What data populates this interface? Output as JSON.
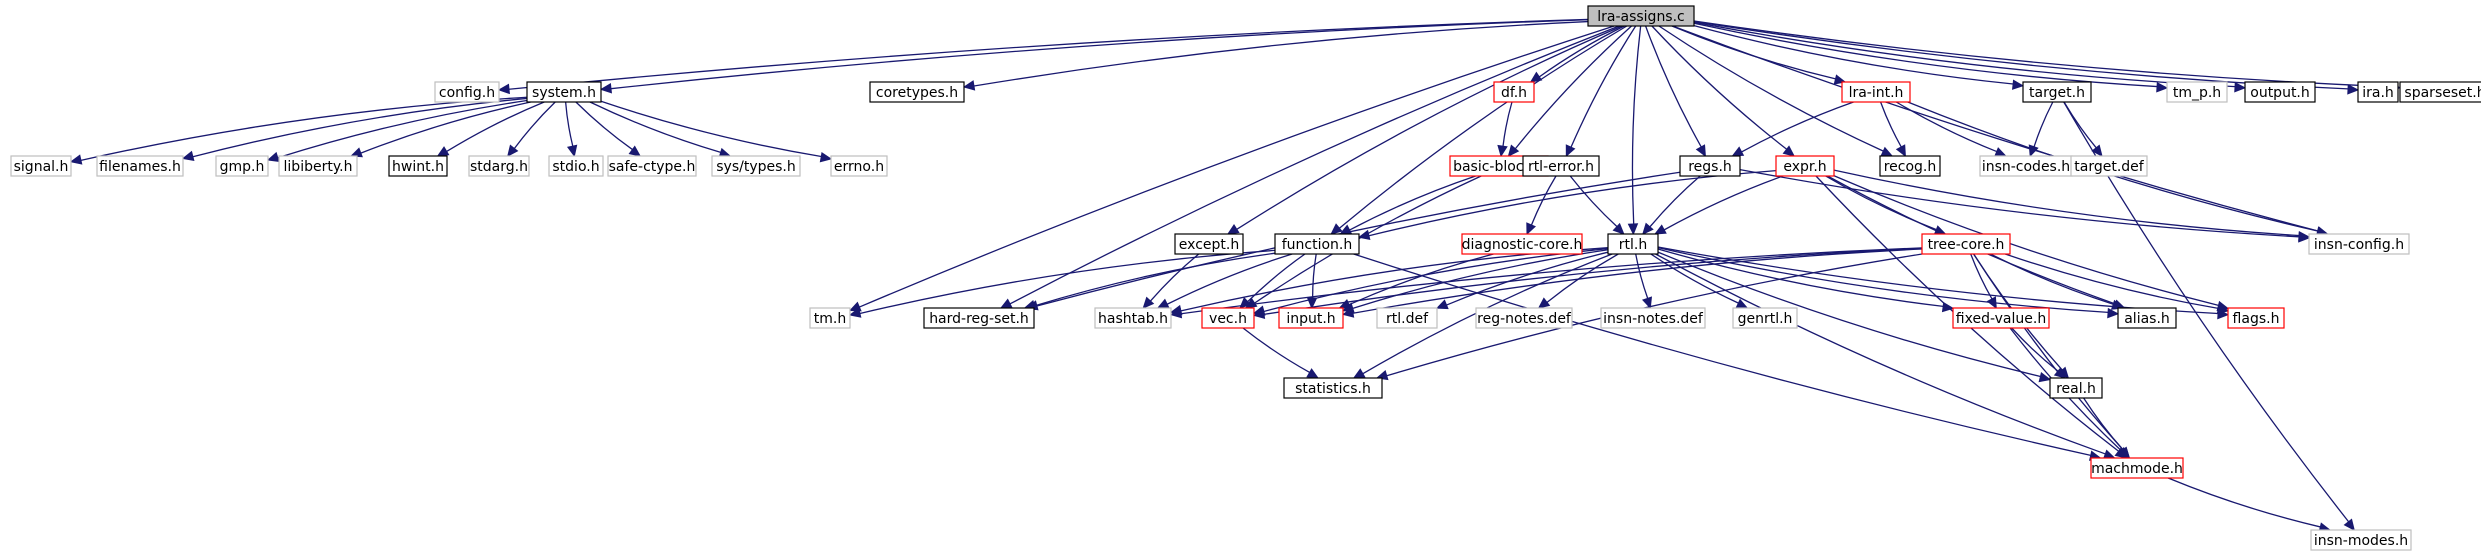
{
  "diagram": {
    "colors": {
      "edge": "#191970",
      "edge_alt": "#8b1a1a",
      "box_black": "#000000",
      "box_gray": "#bfbfbf",
      "box_red": "#ff0000",
      "root_fill": "#bfbfbf"
    },
    "nodes": [
      {
        "id": "lra-assigns",
        "label": "lra-assigns.c",
        "style": "root"
      },
      {
        "id": "config",
        "label": "config.h",
        "style": "gray"
      },
      {
        "id": "system",
        "label": "system.h",
        "style": "black"
      },
      {
        "id": "coretypes",
        "label": "coretypes.h",
        "style": "black"
      },
      {
        "id": "df",
        "label": "df.h",
        "style": "red"
      },
      {
        "id": "lra-int",
        "label": "lra-int.h",
        "style": "red"
      },
      {
        "id": "target",
        "label": "target.h",
        "style": "black"
      },
      {
        "id": "tm_p",
        "label": "tm_p.h",
        "style": "gray"
      },
      {
        "id": "output",
        "label": "output.h",
        "style": "black"
      },
      {
        "id": "ira",
        "label": "ira.h",
        "style": "black"
      },
      {
        "id": "sparseset",
        "label": "sparseset.h",
        "style": "black"
      },
      {
        "id": "signal",
        "label": "signal.h",
        "style": "gray"
      },
      {
        "id": "filenames",
        "label": "filenames.h",
        "style": "gray"
      },
      {
        "id": "gmp",
        "label": "gmp.h",
        "style": "gray"
      },
      {
        "id": "libiberty",
        "label": "libiberty.h",
        "style": "gray"
      },
      {
        "id": "hwint",
        "label": "hwint.h",
        "style": "black"
      },
      {
        "id": "stdarg",
        "label": "stdarg.h",
        "style": "gray"
      },
      {
        "id": "stdio",
        "label": "stdio.h",
        "style": "gray"
      },
      {
        "id": "safe-ctype",
        "label": "safe-ctype.h",
        "style": "gray"
      },
      {
        "id": "systypes",
        "label": "sys/types.h",
        "style": "gray"
      },
      {
        "id": "errno",
        "label": "errno.h",
        "style": "gray"
      },
      {
        "id": "basic-block",
        "label": "basic-block.h",
        "style": "red"
      },
      {
        "id": "rtl-error",
        "label": "rtl-error.h",
        "style": "black"
      },
      {
        "id": "regs",
        "label": "regs.h",
        "style": "black"
      },
      {
        "id": "expr",
        "label": "expr.h",
        "style": "red"
      },
      {
        "id": "recog",
        "label": "recog.h",
        "style": "black"
      },
      {
        "id": "insn-codes",
        "label": "insn-codes.h",
        "style": "gray"
      },
      {
        "id": "target-def",
        "label": "target.def",
        "style": "gray"
      },
      {
        "id": "except",
        "label": "except.h",
        "style": "black"
      },
      {
        "id": "function",
        "label": "function.h",
        "style": "black"
      },
      {
        "id": "diagnostic-core",
        "label": "diagnostic-core.h",
        "style": "red"
      },
      {
        "id": "rtl",
        "label": "rtl.h",
        "style": "black"
      },
      {
        "id": "tree-core",
        "label": "tree-core.h",
        "style": "red"
      },
      {
        "id": "insn-config",
        "label": "insn-config.h",
        "style": "gray"
      },
      {
        "id": "tm",
        "label": "tm.h",
        "style": "gray"
      },
      {
        "id": "hard-reg-set",
        "label": "hard-reg-set.h",
        "style": "black"
      },
      {
        "id": "hashtab",
        "label": "hashtab.h",
        "style": "gray"
      },
      {
        "id": "vec",
        "label": "vec.h",
        "style": "red"
      },
      {
        "id": "input",
        "label": "input.h",
        "style": "red"
      },
      {
        "id": "rtl-def",
        "label": "rtl.def",
        "style": "gray"
      },
      {
        "id": "reg-notes",
        "label": "reg-notes.def",
        "style": "gray"
      },
      {
        "id": "insn-notes",
        "label": "insn-notes.def",
        "style": "gray"
      },
      {
        "id": "genrtl",
        "label": "genrtl.h",
        "style": "gray"
      },
      {
        "id": "fixed-value",
        "label": "fixed-value.h",
        "style": "red"
      },
      {
        "id": "alias",
        "label": "alias.h",
        "style": "black"
      },
      {
        "id": "flags",
        "label": "flags.h",
        "style": "red"
      },
      {
        "id": "statistics",
        "label": "statistics.h",
        "style": "black"
      },
      {
        "id": "real",
        "label": "real.h",
        "style": "black"
      },
      {
        "id": "machmode",
        "label": "machmode.h",
        "style": "red"
      },
      {
        "id": "insn-modes",
        "label": "insn-modes.h",
        "style": "gray"
      }
    ],
    "edges": [
      [
        "lra-assigns",
        "config"
      ],
      [
        "lra-assigns",
        "system"
      ],
      [
        "lra-assigns",
        "coretypes"
      ],
      [
        "lra-assigns",
        "df"
      ],
      [
        "lra-assigns",
        "lra-int"
      ],
      [
        "lra-assigns",
        "target"
      ],
      [
        "lra-assigns",
        "tm_p"
      ],
      [
        "lra-assigns",
        "output"
      ],
      [
        "lra-assigns",
        "ira"
      ],
      [
        "lra-assigns",
        "sparseset"
      ],
      [
        "lra-assigns",
        "basic-block"
      ],
      [
        "lra-assigns",
        "rtl-error"
      ],
      [
        "lra-assigns",
        "regs"
      ],
      [
        "lra-assigns",
        "expr"
      ],
      [
        "lra-assigns",
        "recog"
      ],
      [
        "lra-assigns",
        "except"
      ],
      [
        "lra-assigns",
        "function"
      ],
      [
        "lra-assigns",
        "rtl"
      ],
      [
        "lra-assigns",
        "insn-config"
      ],
      [
        "lra-assigns",
        "tm"
      ],
      [
        "lra-assigns",
        "hard-reg-set"
      ],
      [
        "system",
        "signal"
      ],
      [
        "system",
        "filenames"
      ],
      [
        "system",
        "gmp"
      ],
      [
        "system",
        "libiberty"
      ],
      [
        "system",
        "hwint"
      ],
      [
        "system",
        "stdarg"
      ],
      [
        "system",
        "stdio"
      ],
      [
        "system",
        "safe-ctype"
      ],
      [
        "system",
        "systypes"
      ],
      [
        "system",
        "errno"
      ],
      [
        "df",
        "basic-block"
      ],
      [
        "lra-int",
        "regs"
      ],
      [
        "lra-int",
        "recog"
      ],
      [
        "lra-int",
        "insn-codes"
      ],
      [
        "lra-int",
        "insn-config"
      ],
      [
        "target",
        "insn-codes"
      ],
      [
        "target",
        "target-def"
      ],
      [
        "target",
        "insn-modes"
      ],
      [
        "basic-block",
        "function"
      ],
      [
        "basic-block",
        "vec"
      ],
      [
        "rtl-error",
        "diagnostic-core"
      ],
      [
        "rtl-error",
        "rtl"
      ],
      [
        "regs",
        "rtl"
      ],
      [
        "regs",
        "hard-reg-set"
      ],
      [
        "regs",
        "insn-config"
      ],
      [
        "expr",
        "function"
      ],
      [
        "expr",
        "rtl"
      ],
      [
        "expr",
        "tree-core"
      ],
      [
        "expr",
        "insn-config"
      ],
      [
        "expr",
        "alias"
      ],
      [
        "expr",
        "flags"
      ],
      [
        "expr",
        "machmode"
      ],
      [
        "except",
        "hashtab"
      ],
      [
        "function",
        "tm"
      ],
      [
        "function",
        "hard-reg-set"
      ],
      [
        "function",
        "hashtab"
      ],
      [
        "function",
        "vec"
      ],
      [
        "function",
        "input"
      ],
      [
        "function",
        "machmode"
      ],
      [
        "diagnostic-core",
        "input"
      ],
      [
        "rtl",
        "hashtab"
      ],
      [
        "rtl",
        "vec"
      ],
      [
        "rtl",
        "input"
      ],
      [
        "rtl",
        "rtl-def"
      ],
      [
        "rtl",
        "reg-notes"
      ],
      [
        "rtl",
        "insn-notes"
      ],
      [
        "rtl",
        "genrtl"
      ],
      [
        "rtl",
        "fixed-value"
      ],
      [
        "rtl",
        "alias"
      ],
      [
        "rtl",
        "flags"
      ],
      [
        "rtl",
        "statistics"
      ],
      [
        "rtl",
        "real"
      ],
      [
        "rtl",
        "machmode"
      ],
      [
        "tree-core",
        "hashtab"
      ],
      [
        "tree-core",
        "vec"
      ],
      [
        "tree-core",
        "input"
      ],
      [
        "tree-core",
        "fixed-value"
      ],
      [
        "tree-core",
        "alias"
      ],
      [
        "tree-core",
        "flags"
      ],
      [
        "tree-core",
        "statistics"
      ],
      [
        "tree-core",
        "real"
      ],
      [
        "tree-core",
        "machmode"
      ],
      [
        "vec",
        "statistics"
      ],
      [
        "fixed-value",
        "real"
      ],
      [
        "fixed-value",
        "machmode"
      ],
      [
        "real",
        "machmode"
      ],
      [
        "machmode",
        "insn-modes"
      ]
    ]
  }
}
